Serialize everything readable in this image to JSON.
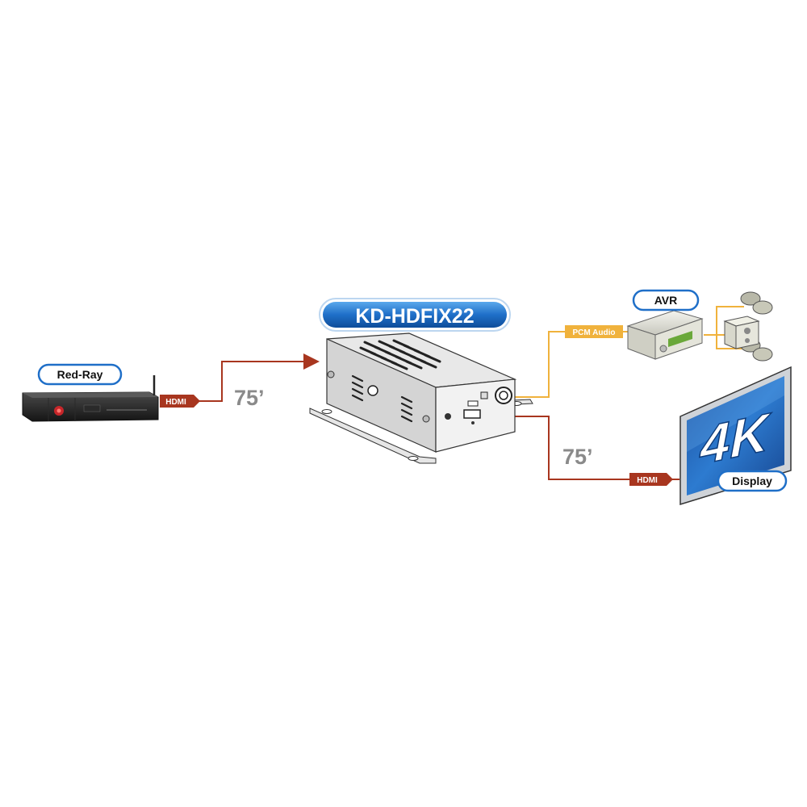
{
  "devices": {
    "source": {
      "label": "Red-Ray",
      "icon": "media-player-icon"
    },
    "main": {
      "label": "KD-HDFIX22",
      "icon": "hdmi-fixer-box-icon"
    },
    "avr": {
      "label": "AVR",
      "icon": "av-receiver-icon"
    },
    "display": {
      "label": "Display",
      "screen_text": "4K",
      "icon": "display-icon"
    }
  },
  "connections": {
    "input": {
      "tag": "HDMI",
      "distance": "75’"
    },
    "audio": {
      "tag": "PCM Audio"
    },
    "output": {
      "tag": "HDMI",
      "distance": "75’"
    }
  },
  "colors": {
    "hdmi_line": "#a8361f",
    "audio_line": "#f0b23c",
    "label_pill_blue": "#1f6fc8",
    "distance_text": "#8a8a8a"
  }
}
